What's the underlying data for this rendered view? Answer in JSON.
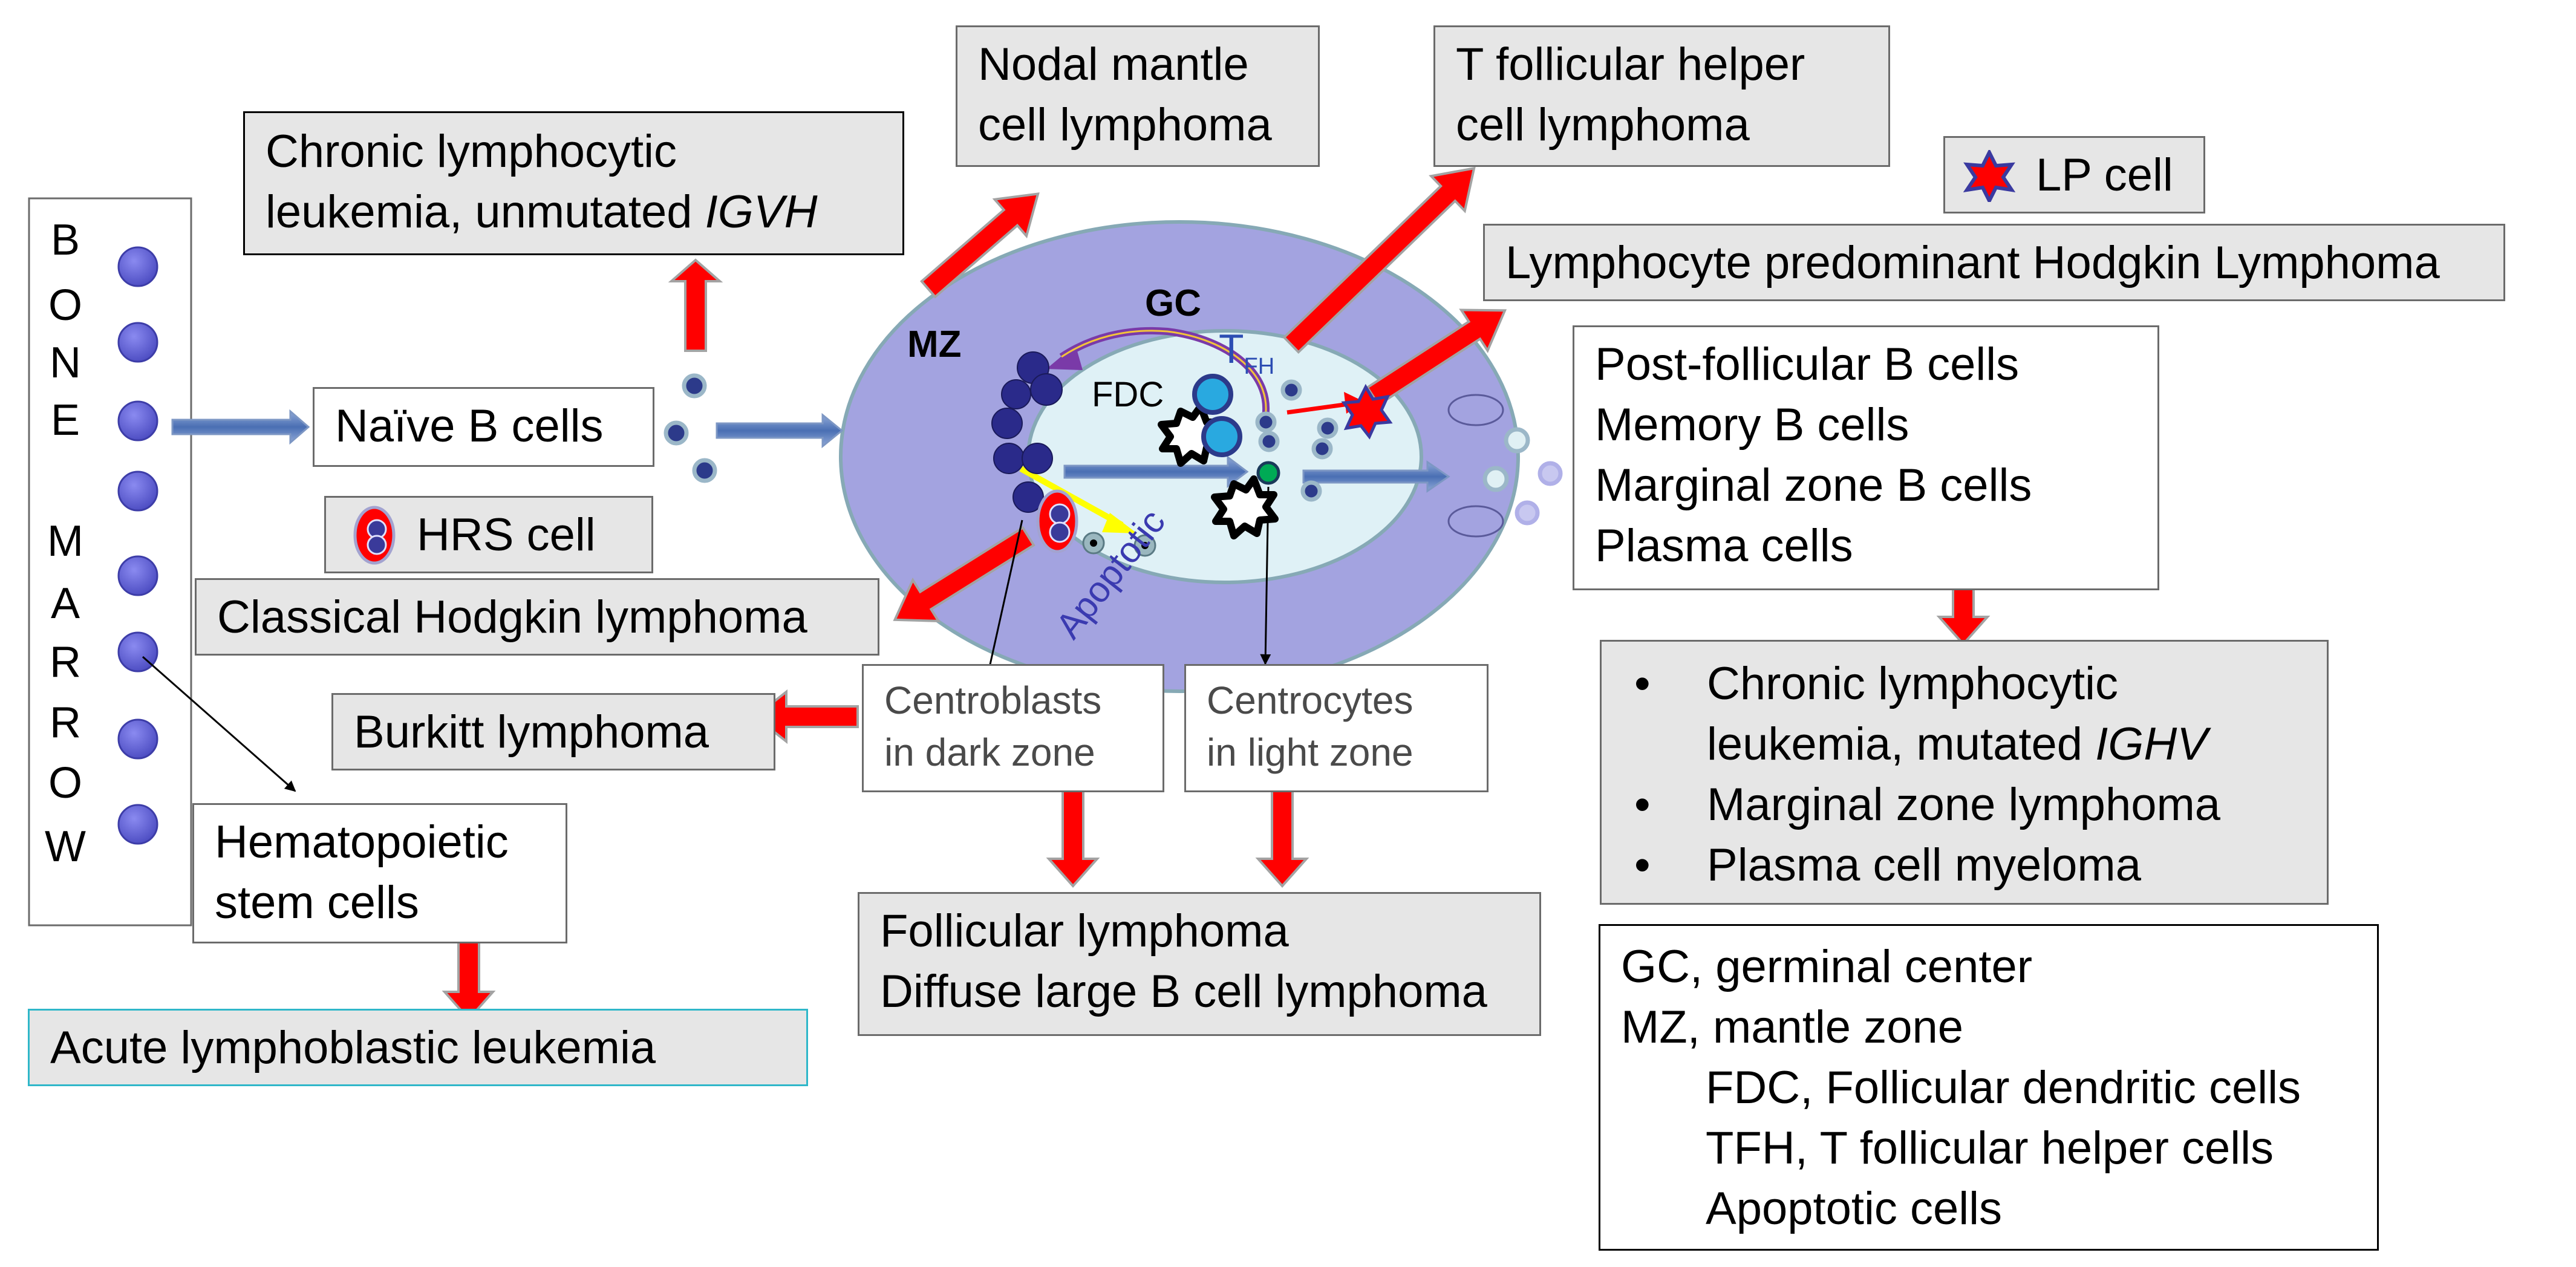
{
  "bone_marrow": {
    "letters": [
      "B",
      "O",
      "N",
      "E",
      "M",
      "A",
      "R",
      "R",
      "O",
      "W"
    ]
  },
  "boxes": {
    "cll_unmutated": {
      "line1": "Chronic lymphocytic",
      "line2_prefix": "leukemia, unmutated ",
      "line2_italic": "IGVH"
    },
    "nodal_mantle": {
      "line1": "Nodal mantle",
      "line2": "cell lymphoma"
    },
    "tfh_lymphoma": {
      "line1": "T follicular helper",
      "line2": "cell lymphoma"
    },
    "lp_cell": {
      "label": "LP cell"
    },
    "lphl": {
      "label": "Lymphocyte predominant Hodgkin Lymphoma"
    },
    "naive": {
      "label": "Naïve B cells"
    },
    "hrs_cell": {
      "label": "HRS cell"
    },
    "classical_hl": {
      "label": "Classical Hodgkin lymphoma"
    },
    "post_follicular": {
      "lines": [
        "Post-follicular B cells",
        "Memory B cells",
        "Marginal zone B cells",
        "Plasma cells"
      ]
    },
    "cll_mutated": {
      "item1_line1": "Chronic lymphocytic",
      "item1_line2_prefix": "leukemia, mutated ",
      "item1_line2_italic": "IGHV",
      "item2": "Marginal zone lymphoma",
      "item3": "Plasma cell myeloma"
    },
    "burkitt": {
      "label": "Burkitt lymphoma"
    },
    "centroblasts": {
      "line1": "Centroblasts",
      "line2": "in dark zone"
    },
    "centrocytes": {
      "line1": "Centrocytes",
      "line2": "in light zone"
    },
    "hsc": {
      "line1": "Hematopoietic",
      "line2": "stem cells"
    },
    "all": {
      "label": "Acute lymphoblastic leukemia"
    },
    "fl_dlbcl": {
      "line1": "Follicular lymphoma",
      "line2": "Diffuse large B cell lymphoma"
    }
  },
  "follicle": {
    "mz_label": "MZ",
    "gc_label": "GC",
    "tfh_label_main": "T",
    "tfh_label_sub": "FH",
    "fdc_label": "FDC",
    "apoptotic_label": "Apoptotic"
  },
  "legend": {
    "gc": "GC, germinal center",
    "mz": "MZ, mantle zone",
    "fdc": "FDC, Follicular dendritic cells",
    "tfh": "TFH, T follicular helper cells",
    "apoptotic": "Apoptotic cells"
  },
  "colors": {
    "arrow_red": "#ff0000",
    "cell_blue": "#6b6bd9",
    "dark_cell": "#2a2a8a",
    "mantle_zone": "#a3a3e0",
    "germinal_center": "#dff1f6",
    "tfh_cyan": "#29a9e0",
    "box_grey": "#e6e6e6"
  }
}
